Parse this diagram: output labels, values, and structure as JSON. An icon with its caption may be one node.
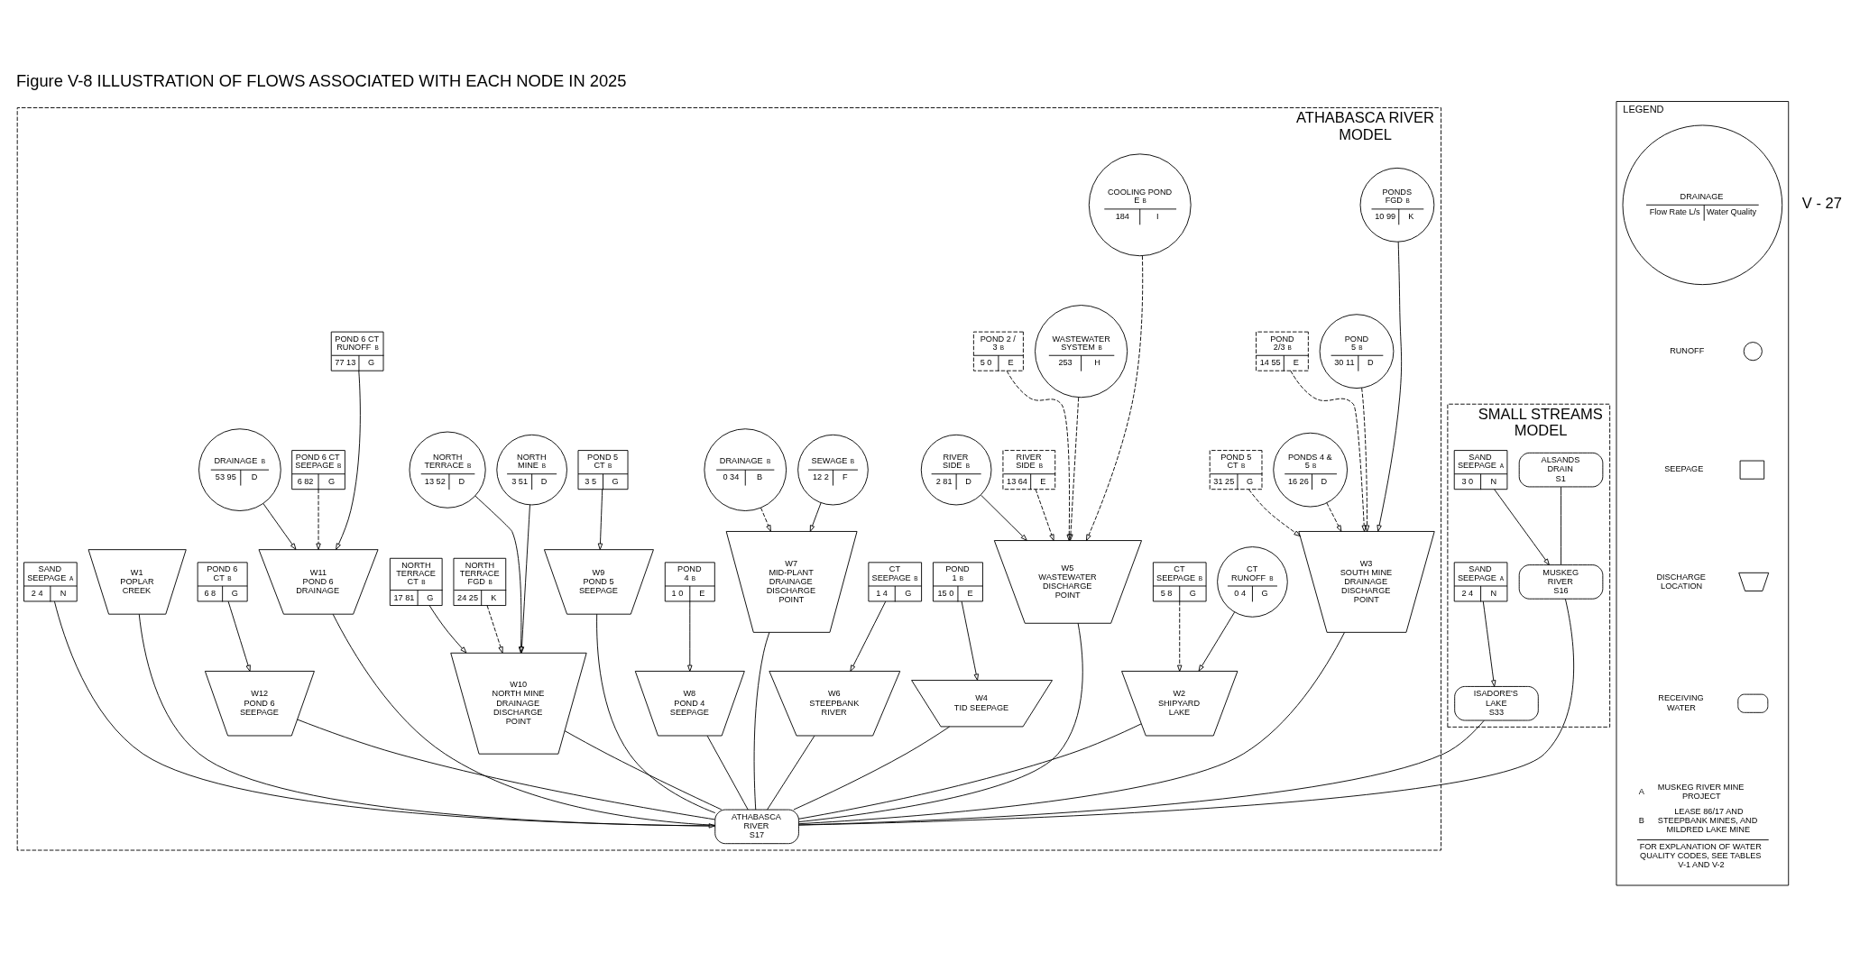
{
  "diagram": {
    "title": "Figure V-8 ILLUSTRATION OF FLOWS ASSOCIATED WITH EACH NODE IN 2025",
    "nodes": [
      {
        "text": [
          "ATHABASCA RIVER MODEL"
        ]
      },
      {
        "text": [
          "PONDS FGD $^{B}$",
          "10 99",
          "K"
        ],
        "in": 0
      },
      {
        "text": [
          "POND 5 $^{B}$",
          "30 11",
          "D"
        ],
        "in": 0
      },
      {
        "text": [
          "POND 2/3 $^{B}$",
          "14 55",
          "E"
        ],
        "in": 0
      },
      {
        "text": [
          "PONDS 4 & 5 $^{B}$",
          "16 26",
          "D"
        ],
        "in": 0
      },
      {
        "text": [
          "POND 5 CT $^{B}$",
          "31 25",
          "G"
        ],
        "in": 0
      },
      {
        "text": [
          "CT RUNOFF $^{B}$",
          "0 4",
          "G"
        ],
        "in": 0
      },
      {
        "text": [
          "CT SEEPAGE $^{B}$",
          "5 8",
          "G"
        ],
        "in": 0
      },
      {
        "text": [
          "COOLING POND E $^{B}$",
          "184",
          "I"
        ],
        "in": 0
      },
      {
        "text": [
          "WASTEWATER SYSTEM $^{B}$",
          "253",
          "H"
        ],
        "in": 0
      },
      {
        "text": [
          "POND 2 / 3 $^{B}$",
          "5 0",
          "E"
        ],
        "in": 0
      },
      {
        "text": [
          "RIVER SIDE $^{B}$",
          "13 64",
          "E"
        ],
        "in": 0
      },
      {
        "text": [
          "RIVER SIDE $^{B}$",
          "2 81",
          "D"
        ],
        "in": 0
      },
      {
        "text": [
          "POND 1 $^{B}$",
          "15 0",
          "E"
        ],
        "in": 0
      },
      {
        "text": [
          "CT SEEPAGE $^{B}$",
          "1 4",
          "G"
        ],
        "in": 0
      },
      {
        "text": [
          "SEWAGE $^{B}$",
          "12 2",
          "F"
        ],
        "in": 0
      },
      {
        "text": [
          "DRAINAGE $^{B}$",
          "0 34",
          "B"
        ],
        "in": 0
      },
      {
        "text": [
          "POND 4 $^{B}$",
          "1 0",
          "E"
        ],
        "in": 0
      },
      {
        "text": [
          "POND 5 CT $^{B}$",
          "3 5",
          "G"
        ],
        "in": 0
      },
      {
        "text": [
          "NORTH MINE $^{B}$",
          "3 51",
          "D"
        ],
        "in": 0
      },
      {
        "text": [
          "NORTH TERRACE $^{B}$",
          "13 52",
          "D"
        ],
        "in": 0
      },
      {
        "text": [
          "NORTH TERRACE FGD $^{B}$",
          "24 25",
          "K"
        ],
        "in": 0
      },
      {
        "text": [
          "NORTH TERRACE CT $^{B}$",
          "17 81",
          "G"
        ],
        "in": 0
      },
      {
        "text": [
          "POND 6 CT RUNOFF $^{B}$",
          "77 13",
          "G"
        ],
        "in": 0
      },
      {
        "text": [
          "POND 6 CT SEEPAGE $^{B}$",
          "6 82",
          "G"
        ],
        "in": 0
      },
      {
        "text": [
          "DRAINAGE $^{B}$",
          "53 95",
          "D"
        ],
        "in": 0
      },
      {
        "text": [
          "POND 6 CT $^{B}$",
          "6 8",
          "G"
        ],
        "in": 0
      },
      {
        "text": [
          "W1",
          "POPLAR CREEK"
        ],
        "in": 0
      },
      {
        "text": [
          "W2",
          "SHIPYARD LAKE"
        ],
        "in": 0
      },
      {
        "text": [
          "W3",
          "SOUTH MINE DRAINAGE DISCHARGE POINT"
        ],
        "in": 0
      },
      {
        "text": [
          "W4",
          "TID SEEPAGE"
        ],
        "in": 0
      },
      {
        "text": [
          "W5",
          "WASTEWATER DISCHARGE POINT"
        ],
        "in": 0
      },
      {
        "text": [
          "W6",
          "STEEPBANK RIVER"
        ],
        "in": 0
      },
      {
        "text": [
          "W7",
          "MID-PLANT DRAINAGE DISCHARGE POINT"
        ],
        "in": 0
      },
      {
        "text": [
          "W8",
          "POND 4 SEEPAGE"
        ],
        "in": 0
      },
      {
        "text": [
          "W9",
          "POND 5 SEEPAGE"
        ],
        "in": 0
      },
      {
        "text": [
          "W10",
          "NORTH MINE DRAINAGE DISCHARGE POINT"
        ],
        "in": 0
      },
      {
        "text": [
          "W11",
          "POND 6 DRAINAGE"
        ],
        "in": 0
      },
      {
        "text": [
          "W12",
          "POND 6 SEEPAGE"
        ],
        "in": 0
      },
      {
        "text": [
          "SAND SEEPAGE $^{A}$",
          "2 4",
          "N"
        ],
        "in": 0
      },
      {
        "text": [
          "ATHABASCA RIVER",
          "S17"
        ],
        "in": 0
      },
      {
        "text": [
          "SMALL STREAMS MODEL"
        ]
      },
      {
        "text": [
          "ALSANDS DRAIN",
          "S1"
        ],
        "in": 41
      },
      {
        "text": [
          "SAND SEEPAGE $^{A}$",
          "3 0",
          "N"
        ],
        "in": 41
      },
      {
        "text": [
          "SAND SEEPAGE $^{A}$",
          "2 4",
          "N"
        ],
        "in": 41
      },
      {
        "text": [
          "MUSKEG RIVER",
          "S16"
        ],
        "in": 41
      },
      {
        "text": [
          "ISADORE'S LAKE",
          "S33"
        ],
        "in": 41
      },
      {
        "text": [
          "LEGEND"
        ]
      },
      {
        "text": [
          "DRAINAGE",
          "Flow Rate L/s",
          "Water Quality"
        ],
        "in": 47
      }
    ],
    "edges": [
      {
        "from": 6,
        "to": 28,
        "arrow": "to"
      },
      {
        "from": 7,
        "to": 28,
        "arrow": "to",
        "style": "dashed"
      },
      {
        "from": 1,
        "to": 29,
        "arrow": "to"
      },
      {
        "from": 2,
        "to": 29,
        "arrow": "to",
        "style": "dashed"
      },
      {
        "from": 3,
        "to": 29,
        "arrow": "to",
        "style": "dashed"
      },
      {
        "from": 4,
        "to": 29,
        "arrow": "to",
        "style": "dashed"
      },
      {
        "from": 5,
        "to": 29,
        "arrow": "to",
        "style": "dashed"
      },
      {
        "from": 13,
        "to": 30,
        "arrow": "to"
      },
      {
        "from": 8,
        "to": 31,
        "arrow": "to",
        "style": "dashed"
      },
      {
        "from": 9,
        "to": 31,
        "arrow": "to",
        "style": "dashed"
      },
      {
        "from": 10,
        "to": 31,
        "arrow": "to",
        "style": "dashed"
      },
      {
        "from": 11,
        "to": 31,
        "arrow": "to",
        "style": "dashed"
      },
      {
        "from": 12,
        "to": 31,
        "arrow": "to"
      },
      {
        "from": 14,
        "to": 32,
        "arrow": "to"
      },
      {
        "from": 15,
        "to": 33,
        "arrow": "to"
      },
      {
        "from": 16,
        "to": 33,
        "arrow": "to",
        "style": "dashed"
      },
      {
        "from": 17,
        "to": 34,
        "arrow": "to"
      },
      {
        "from": 18,
        "to": 35,
        "arrow": "to"
      },
      {
        "from": 19,
        "to": 36,
        "arrow": "to"
      },
      {
        "from": 20,
        "to": 36,
        "arrow": "to"
      },
      {
        "from": 21,
        "to": 36,
        "arrow": "to",
        "style": "dashed"
      },
      {
        "from": 22,
        "to": 36,
        "arrow": "to"
      },
      {
        "from": 23,
        "to": 37,
        "arrow": "to"
      },
      {
        "from": 24,
        "to": 37,
        "arrow": "to",
        "style": "dashed"
      },
      {
        "from": 25,
        "to": 37,
        "arrow": "to"
      },
      {
        "from": 26,
        "to": 38,
        "arrow": "to"
      },
      {
        "from": 27,
        "to": 40,
        "arrow": "none"
      },
      {
        "from": 28,
        "to": 40,
        "arrow": "none"
      },
      {
        "from": 29,
        "to": 40,
        "arrow": "none"
      },
      {
        "from": 30,
        "to": 40,
        "arrow": "none"
      },
      {
        "from": 31,
        "to": 40,
        "arrow": "none"
      },
      {
        "from": 32,
        "to": 40,
        "arrow": "none"
      },
      {
        "from": 33,
        "to": 40,
        "arrow": "none"
      },
      {
        "from": 34,
        "to": 40,
        "arrow": "none"
      },
      {
        "from": 35,
        "to": 40,
        "arrow": "none"
      },
      {
        "from": 36,
        "to": 40,
        "arrow": "none"
      },
      {
        "from": 37,
        "to": 40,
        "arrow": "none"
      },
      {
        "from": 38,
        "to": 40,
        "arrow": "none"
      },
      {
        "from": 42,
        "to": 45,
        "arrow": "none"
      },
      {
        "from": 43,
        "to": 45,
        "arrow": "to"
      },
      {
        "from": 44,
        "to": 46,
        "arrow": "to"
      },
      {
        "from": 45,
        "to": 40,
        "arrow": "none"
      },
      {
        "from": 46,
        "to": 40,
        "arrow": "none"
      },
      {
        "from": 39,
        "to": 40,
        "arrow": "to"
      }
    ],
    "labels": [
      "A",
      "MUSKEG RIVER MINE PROJECT",
      "B",
      "LEASE 86/17 AND STEEPBANK MINES, AND MILDRED LAKE MINE",
      "FOR EXPLANATION OF WATER QUALITY CODES, SEE TABLES V-1 AND V-2",
      "V - 27"
    ],
    "legend": [
      {
        "text": "RUNOFF"
      },
      {
        "text": "SEEPAGE"
      },
      {
        "text": "DISCHARGE LOCATION"
      },
      {
        "text": "RECEIVING WATER"
      }
    ]
  }
}
